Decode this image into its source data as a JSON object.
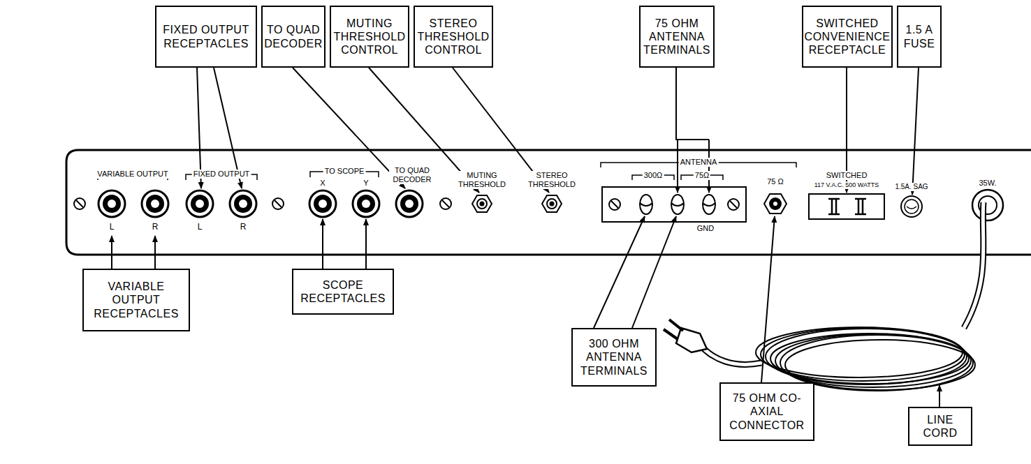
{
  "diagram": {
    "nodes": [
      {
        "text": [
          "FIXED OUTPUT RECEPTACLES"
        ]
      },
      {
        "text": [
          "TO QUAD DECODER"
        ]
      },
      {
        "text": [
          "MUTING THRESHOLD CONTROL"
        ]
      },
      {
        "text": [
          "STEREO THRESHOLD CONTROL"
        ]
      },
      {
        "text": [
          "75 OHM ANTENNA TERMINALS"
        ]
      },
      {
        "text": [
          "SWITCHED CONVENIENCE RECEPTACLE"
        ]
      },
      {
        "text": [
          "1.5 A FUSE"
        ]
      },
      {
        "text": [
          "VARIABLE OUTPUT RECEPTACLES"
        ]
      },
      {
        "text": [
          "SCOPE RECEPTACLES"
        ]
      },
      {
        "text": [
          "300 OHM ANTENNA TERMINALS"
        ]
      },
      {
        "text": [
          "75 OHM CO-AXIAL CONNECTOR"
        ]
      },
      {
        "text": [
          "LINE CORD"
        ]
      }
    ],
    "labels": [
      "VARIABLE OUTPUT",
      "L",
      "R",
      "FIXED OUTPUT",
      "L",
      "R",
      "TO SCOPE",
      "X",
      "Y",
      "TO QUAD DECODER",
      "MUTING THRESHOLD",
      "STEREO THRESHOLD",
      "ANTENNA",
      "300Ω",
      "75Ω",
      "GND",
      "75 Ω",
      "SWITCHED",
      "117 V.A.C. 500 WATTS",
      "1.5A. SAG",
      "35W."
    ]
  }
}
